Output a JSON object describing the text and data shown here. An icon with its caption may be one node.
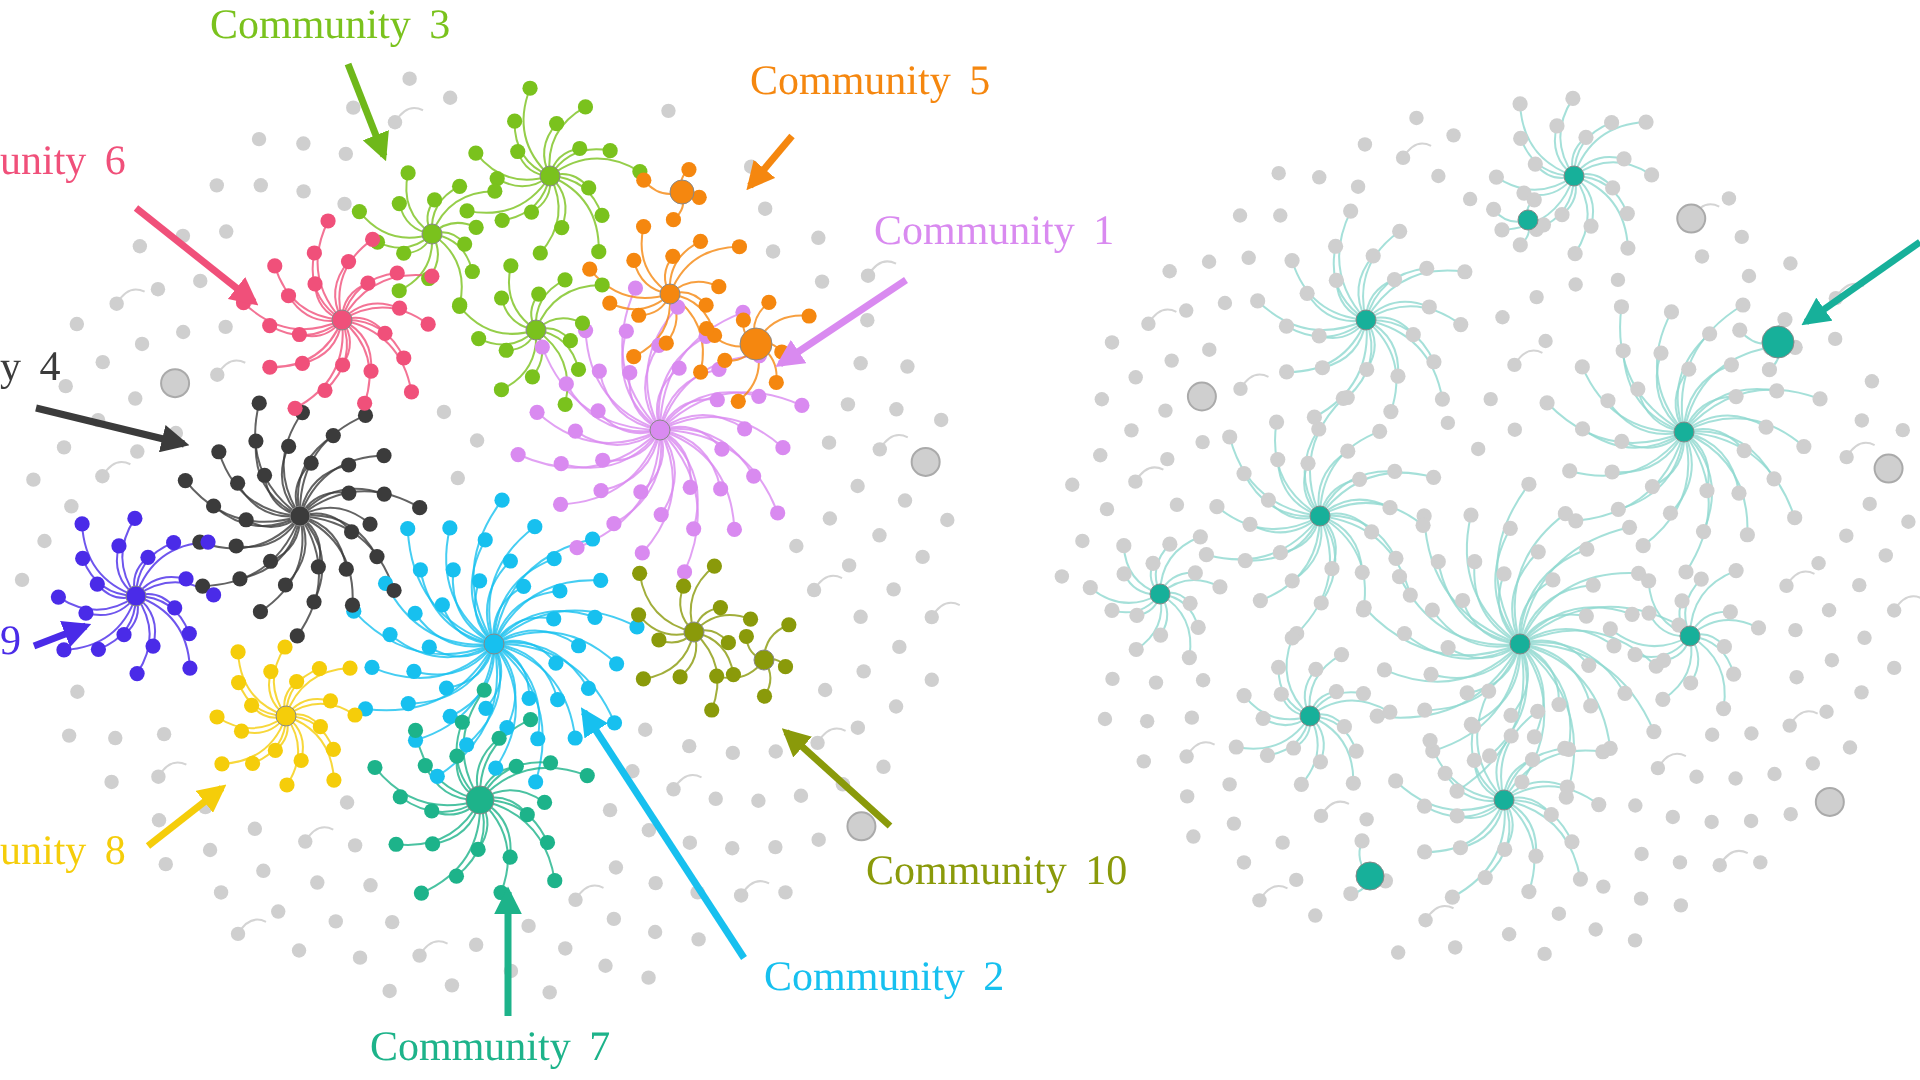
{
  "diagram": {
    "nodes": [
      {
        "text": [
          "Community 3"
        ]
      },
      {
        "text": [
          "Community 5"
        ]
      },
      {
        "text": [
          "unity 6"
        ]
      },
      {
        "text": [
          "Community 1"
        ]
      },
      {
        "text": [
          "y 4"
        ]
      },
      {
        "text": [
          "9"
        ]
      },
      {
        "text": [
          "unity 8"
        ]
      },
      {
        "text": [
          "Community 10"
        ]
      },
      {
        "text": [
          "Community 2"
        ]
      },
      {
        "text": [
          "Community 7"
        ]
      }
    ],
    "edges": [
      {
        "from": 0,
        "to": null,
        "arrow": "to",
        "color": "#6fb81a"
      },
      {
        "from": 1,
        "to": null,
        "arrow": "to",
        "color": "#f5870f"
      },
      {
        "from": 2,
        "to": null,
        "arrow": "to",
        "color": "#f0507a"
      },
      {
        "from": 3,
        "to": null,
        "arrow": "to",
        "color": "#d98af0"
      },
      {
        "from": 4,
        "to": null,
        "arrow": "to",
        "color": "#3b3b3b"
      },
      {
        "from": 5,
        "to": null,
        "arrow": "to",
        "color": "#4a2be8"
      },
      {
        "from": 6,
        "to": null,
        "arrow": "to",
        "color": "#f5cd0a"
      },
      {
        "from": 7,
        "to": null,
        "arrow": "to",
        "color": "#8a9a0a"
      },
      {
        "from": 8,
        "to": null,
        "arrow": "to",
        "color": "#17c0ef"
      },
      {
        "from": 9,
        "to": null,
        "arrow": "to",
        "color": "#1db38a"
      }
    ]
  }
}
